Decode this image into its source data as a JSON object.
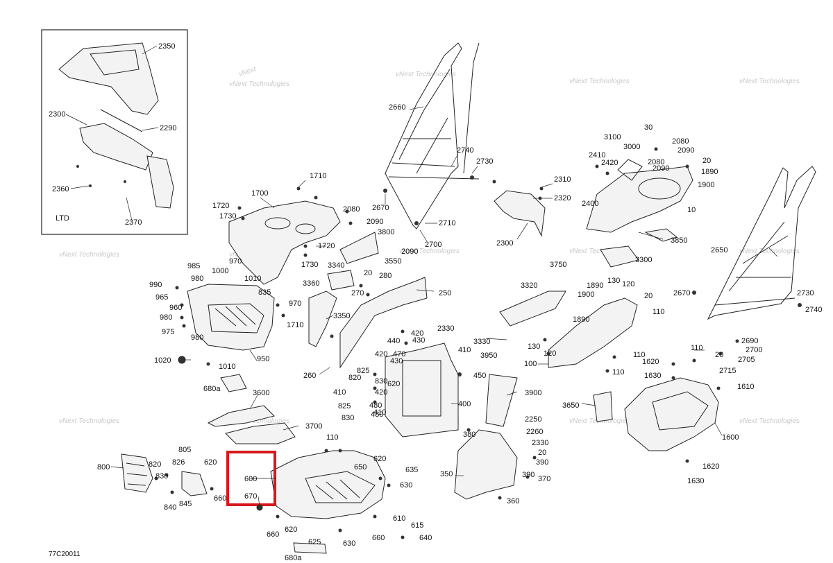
{
  "document": {
    "reference_code": "77C20011"
  },
  "inset": {
    "label": "LTD",
    "callouts": [
      "2350",
      "2300",
      "2290",
      "2360",
      "2370"
    ]
  },
  "highlight": {
    "color": "#d7191c",
    "callouts": [
      "600",
      "670"
    ]
  },
  "watermark": {
    "line1": "vNext",
    "line2": "Technologies",
    "line_alt": "vNext Technologies"
  },
  "callouts": [
    "2660",
    "2740",
    "2730",
    "2670",
    "2710",
    "2700",
    "2090",
    "2310",
    "2320",
    "2300",
    "30",
    "3100",
    "3000",
    "2080",
    "2090",
    "20",
    "2410",
    "2420",
    "2080",
    "1890",
    "2090",
    "1900",
    "2400",
    "10",
    "3850",
    "1710",
    "1700",
    "2080",
    "1720",
    "2090",
    "1730",
    "3800",
    "1720",
    "3550",
    "1730",
    "3340",
    "970",
    "985",
    "1000",
    "1010",
    "980",
    "990",
    "965",
    "960",
    "835",
    "970",
    "980",
    "975",
    "980",
    "1710",
    "1020",
    "1010",
    "950",
    "680a",
    "3360",
    "20",
    "280",
    "270",
    "250",
    "3350",
    "260",
    "3750",
    "3320",
    "1890",
    "130",
    "120",
    "1900",
    "20",
    "110",
    "3300",
    "2650",
    "2670",
    "2730",
    "2740",
    "1890",
    "3330",
    "130",
    "120",
    "100",
    "110",
    "110",
    "1620",
    "1630",
    "110",
    "2690",
    "2700",
    "2705",
    "2715",
    "20",
    "2330",
    "420",
    "440",
    "430",
    "410",
    "470",
    "420",
    "430",
    "825",
    "820",
    "830",
    "620",
    "410",
    "420",
    "480",
    "825",
    "480",
    "830",
    "410",
    "3950",
    "450",
    "400",
    "3900",
    "3600",
    "3700",
    "3650",
    "1610",
    "1600",
    "2250",
    "380",
    "2260",
    "2330",
    "20",
    "390",
    "390",
    "370",
    "350",
    "360",
    "1620",
    "1630",
    "110",
    "800",
    "820",
    "805",
    "826",
    "830",
    "840",
    "845",
    "620",
    "660",
    "650",
    "620",
    "635",
    "630",
    "600",
    "670",
    "620",
    "660",
    "610",
    "615",
    "660",
    "640",
    "625",
    "630",
    "680a"
  ]
}
